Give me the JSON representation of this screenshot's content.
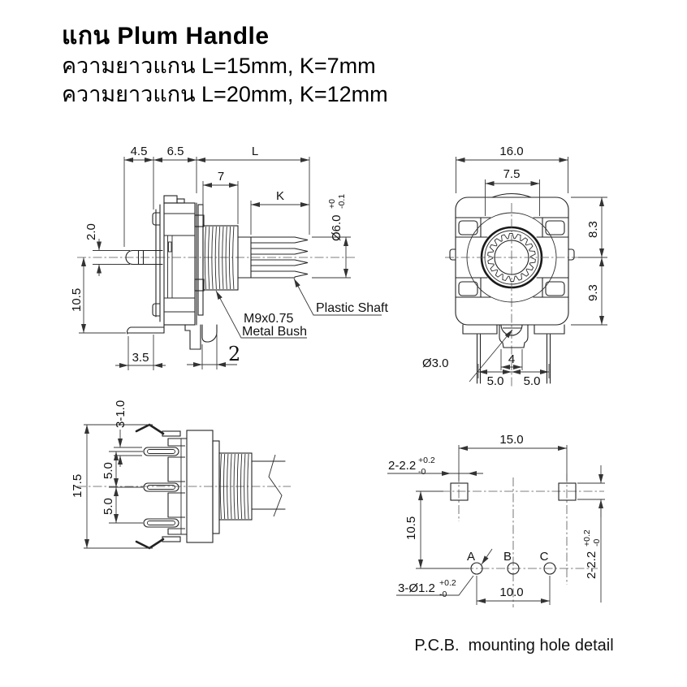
{
  "title": {
    "line1": "แกน Plum Handle",
    "line2": "ความยาวแกน L=15mm, K=7mm",
    "line3": "ความยาวแกน L=20mm, K=12mm"
  },
  "side_view": {
    "dim_4_5": "4.5",
    "dim_6_5": "6.5",
    "dim_L": "L",
    "dim_7": "7",
    "dim_K": "K",
    "shaft_dia": {
      "main": "Ø6.0",
      "sup": "+0",
      "sub": "-0.1"
    },
    "dim_2_0": "2.0",
    "dim_10_5": "10.5",
    "dim_3_5": "3.5",
    "dim_2": "2",
    "label_thread": "M9x0.75",
    "label_bush": "Metal Bush",
    "label_shaft": "Plastic Shaft"
  },
  "front_view": {
    "dim_16": "16.0",
    "dim_7_5": "7.5",
    "dim_8_3": "8.3",
    "dim_9_3": "9.3",
    "dim_hole": "Ø3.0",
    "dim_4": "4",
    "dim_5_left": "5.0",
    "dim_5_right": "5.0"
  },
  "rear_view": {
    "dim_17_5": "17.5",
    "dim_pins": "3-1.0",
    "dim_5_top": "5.0",
    "dim_5_bottom": "5.0"
  },
  "pcb_view": {
    "dim_15": "15.0",
    "square_note": {
      "main": "2-2.2",
      "sup": "+0.2",
      "sub": "-0"
    },
    "dim_10_5": "10.5",
    "hole_note": {
      "main": "3-Ø1.2",
      "sup": "+0.2",
      "sub": "-0"
    },
    "dim_10": "10.0",
    "square_note_right": {
      "main": "2-2.2",
      "sup": "+0.2",
      "sub": "-0"
    },
    "pad_a": "A",
    "pad_b": "B",
    "pad_c": "C",
    "caption": "P.C.B.  mounting hole detail"
  },
  "colors": {
    "background": "#ffffff",
    "line": "#222222",
    "text": "#111111"
  }
}
